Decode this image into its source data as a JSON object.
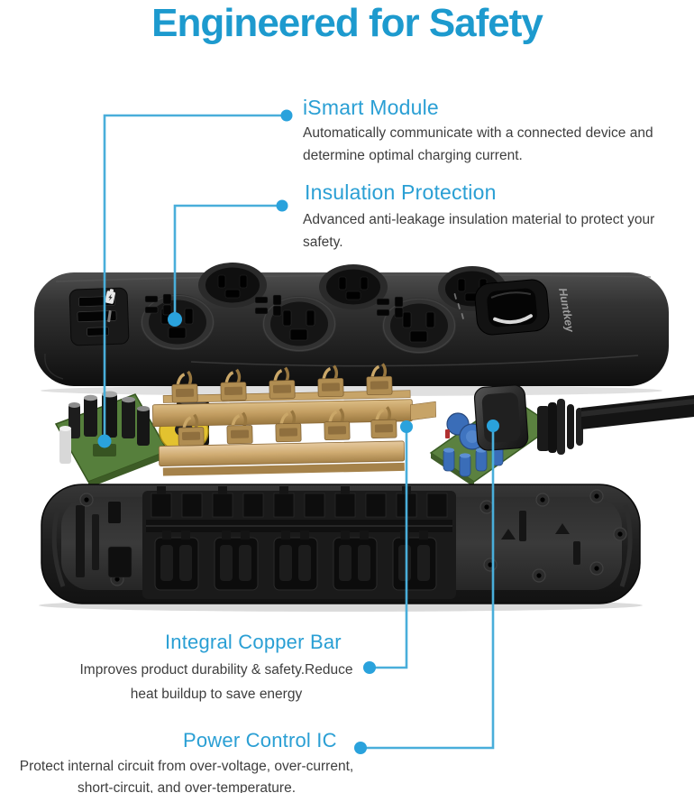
{
  "title": "Engineered for Safety",
  "colors": {
    "accent_blue": "#2a9fd4",
    "title_blue": "#1d9ace",
    "callout_line_blue": "#49aeda",
    "callout_dot_blue": "#2aa2dc",
    "body_text": "#3e3e3e",
    "strip_black": "#1c1c1c",
    "pcb_green": "#567f3c",
    "copper": "#c7a468",
    "varistor_blue": "#3a6db8"
  },
  "callouts": {
    "ismart": {
      "heading": "iSmart Module",
      "body": "Automatically communicate with a connected device and determine optimal charging current."
    },
    "insulation": {
      "heading": "Insulation Protection",
      "body": "Advanced anti-leakage insulation material to protect your safety."
    },
    "copper_bar": {
      "heading": "Integral Copper Bar",
      "body_line1": "Improves product durability & safety.Reduce",
      "body_line2": "heat buildup to save energy"
    },
    "power_ic": {
      "heading": "Power Control IC",
      "body_line1": "Protect internal circuit from over-voltage, over-current,",
      "body_line2": "short-circuit, and over-temperature."
    }
  },
  "product": {
    "brand": "Huntkey"
  }
}
